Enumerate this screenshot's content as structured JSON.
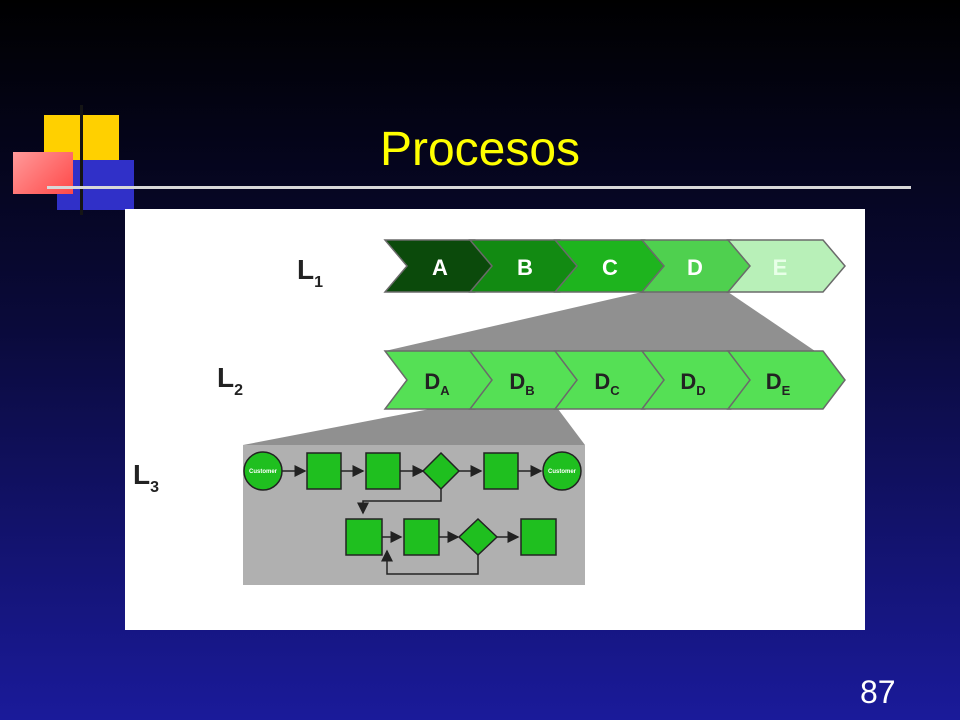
{
  "slide": {
    "title": "Procesos",
    "page_number": "87"
  },
  "diagram": {
    "levels": {
      "l1": {
        "main": "L",
        "sub": "1"
      },
      "l2": {
        "main": "L",
        "sub": "2"
      },
      "l3": {
        "main": "L",
        "sub": "3"
      }
    },
    "level1_steps": [
      "A",
      "B",
      "C",
      "D",
      "E"
    ],
    "level2_steps": [
      {
        "main": "D",
        "sub": "A"
      },
      {
        "main": "D",
        "sub": "B"
      },
      {
        "main": "D",
        "sub": "C"
      },
      {
        "main": "D",
        "sub": "D"
      },
      {
        "main": "D",
        "sub": "E"
      }
    ],
    "level3": {
      "start_label": "Customer",
      "end_label": "Customer"
    }
  },
  "colors": {
    "level1": [
      "#0b4a0b",
      "#128a12",
      "#1eb41e",
      "#4fd04f",
      "#b8f0b8"
    ],
    "level2": "#55e055",
    "process_box": "#1fbf1f",
    "zoom_gray": "#b0b0b0"
  }
}
